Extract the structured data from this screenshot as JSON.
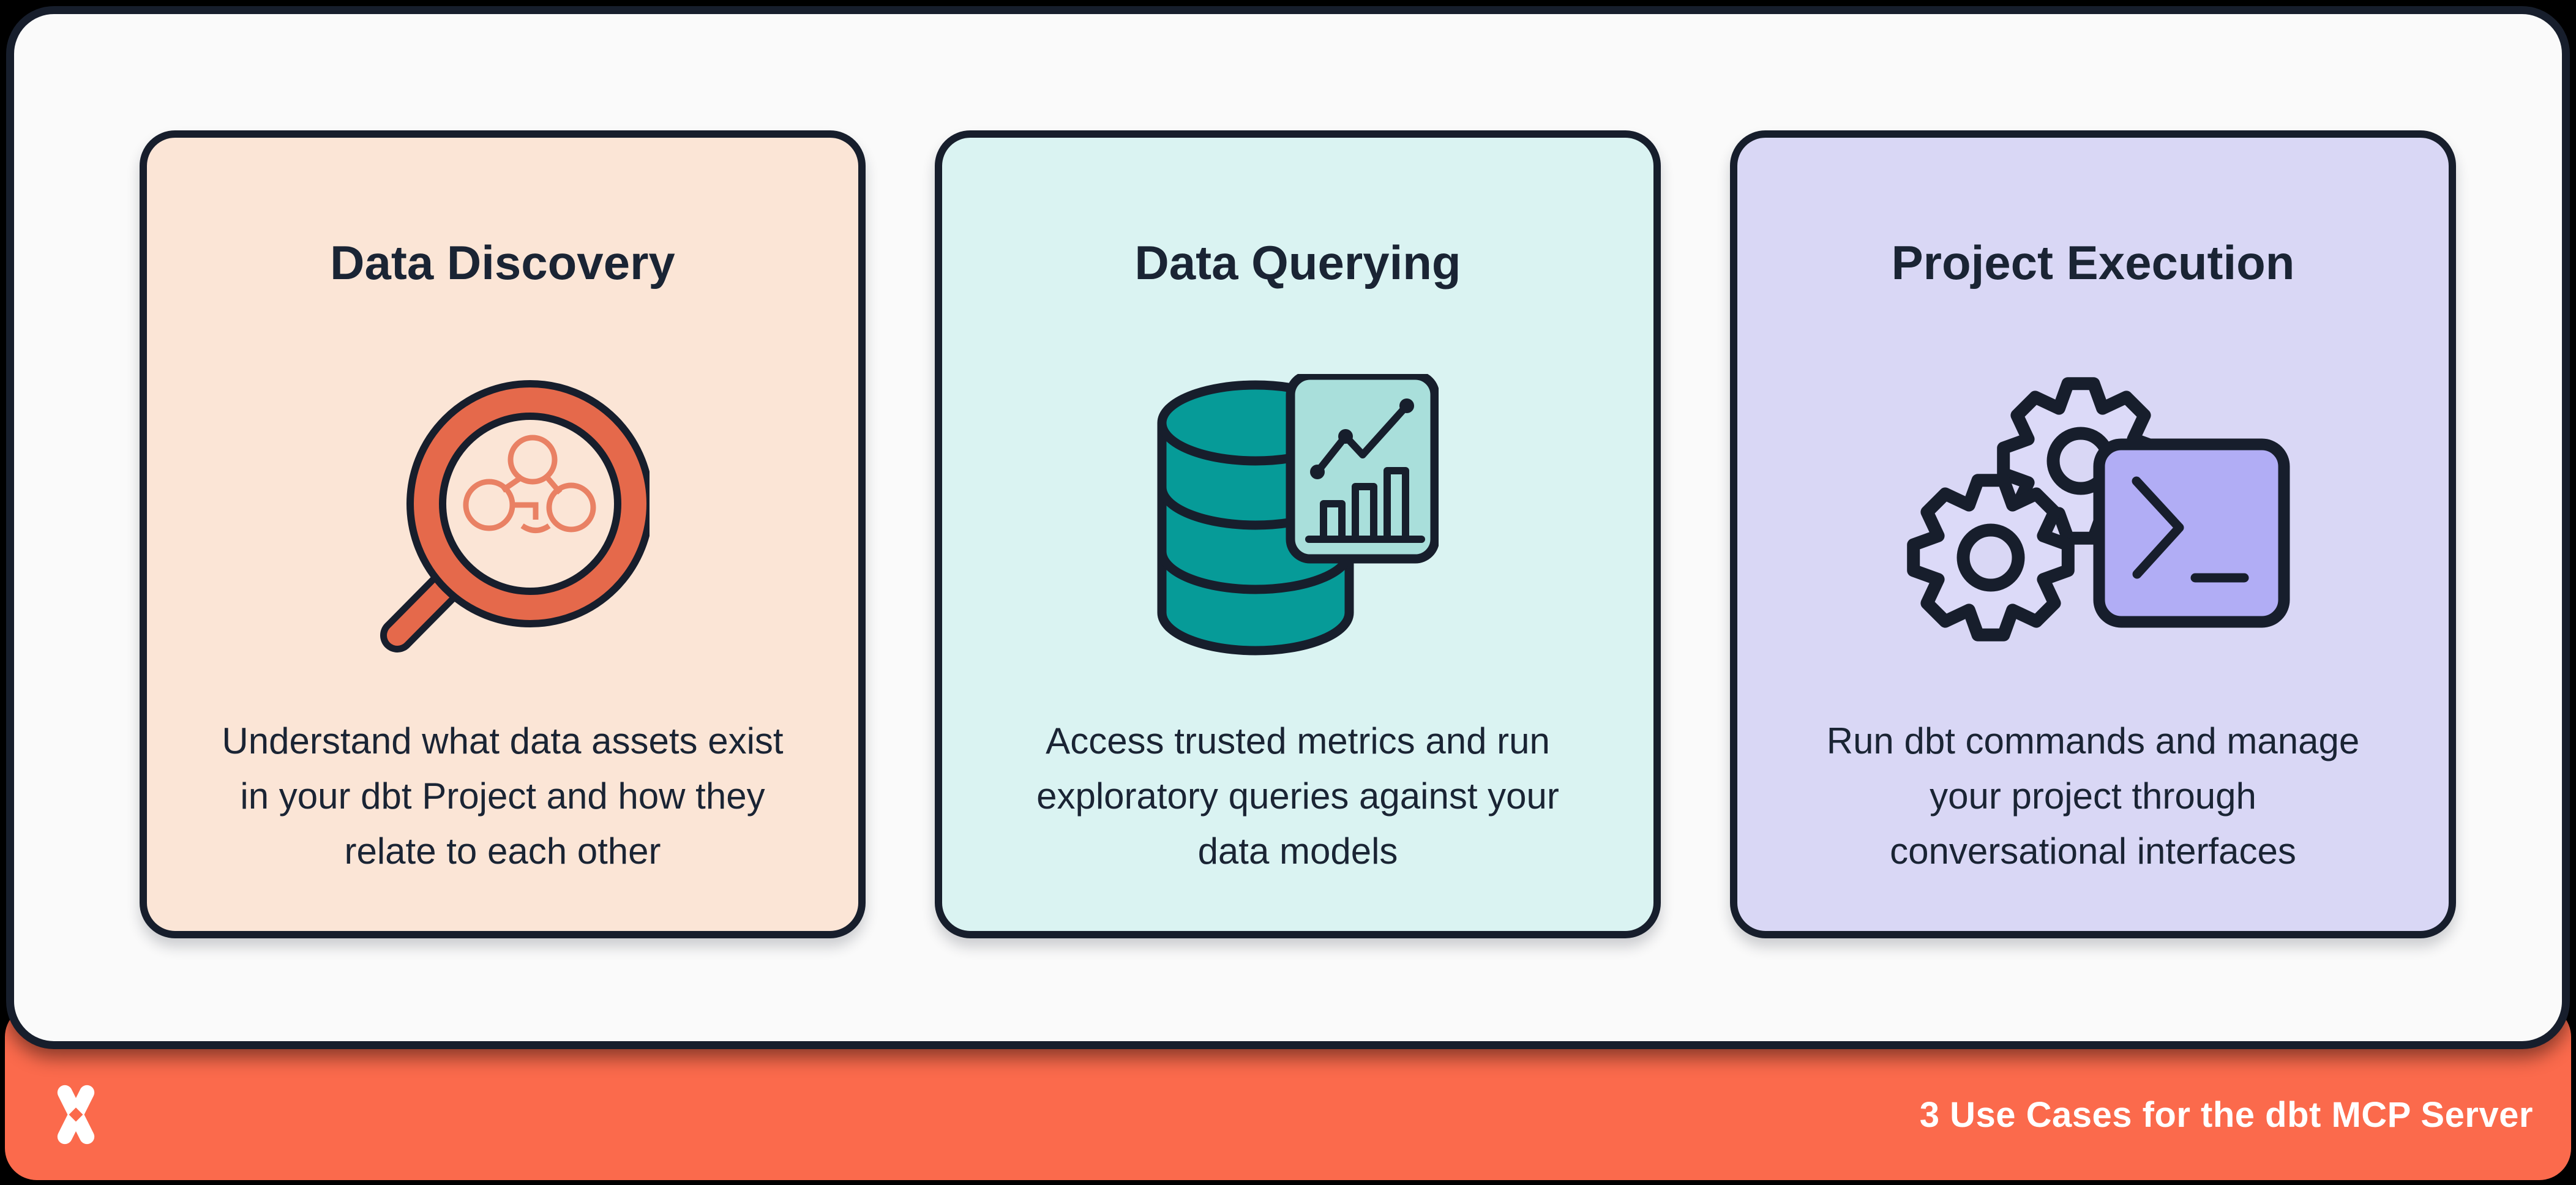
{
  "palette": {
    "page_bg": "#000000",
    "canvas_bg": "#FAFAFA",
    "outline_navy": "#171E2C",
    "text_navy": "#1A2434",
    "footer_orange": "#FB6A4C",
    "footer_text": "#FFFFFF",
    "card_discovery_bg": "#FBE5D6",
    "card_querying_bg": "#DAF3F2",
    "card_execution_bg": "#D9D7F5",
    "magnifier_orange": "#E5694B",
    "lineage_orange": "#E98164",
    "database_teal": "#069B98",
    "chart_panel_teal": "#A9DFDB",
    "terminal_purple": "#B1ADF5",
    "gear_lavender": "#DCDAF8"
  },
  "cards": [
    {
      "title": "Data Discovery",
      "icon": "magnifier-lineage-icon",
      "body": "Understand what data assets exist\nin your dbt Project and how they\nrelate to each other"
    },
    {
      "title": "Data Querying",
      "icon": "database-chart-icon",
      "body": "Access trusted metrics and run\nexploratory queries against your\ndata models"
    },
    {
      "title": "Project Execution",
      "icon": "gears-terminal-icon",
      "body": "Run dbt commands and manage\nyour project through\nconversational interfaces"
    }
  ],
  "footer": {
    "label": "3 Use Cases for the dbt MCP Server",
    "logo": "dbt-logo"
  }
}
